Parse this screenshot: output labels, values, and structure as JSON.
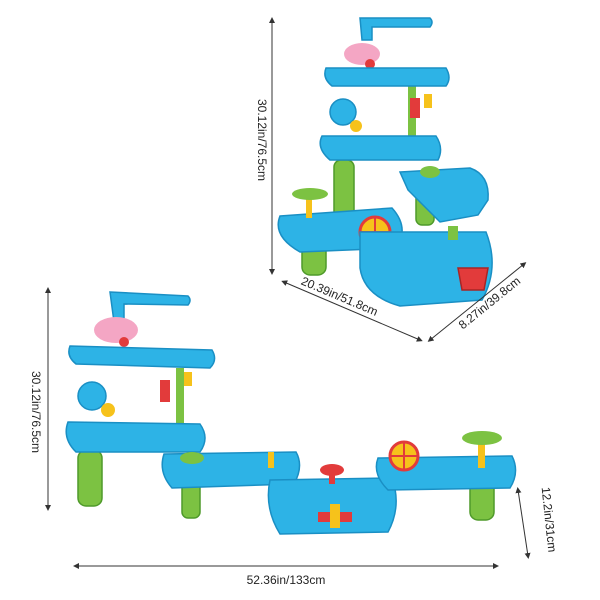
{
  "image": {
    "subject": "stacked water and sand play table toy with measurement annotations",
    "colors": {
      "table_blue": "#2db3e6",
      "table_blue_dark": "#1a8fc4",
      "leg_green": "#7cc242",
      "leg_green_dark": "#4f9a2a",
      "accent_yellow": "#f6c21b",
      "accent_red": "#e23b3b",
      "accent_pink": "#f4a6c4",
      "line": "#333333"
    }
  },
  "top_view": {
    "height_label": "30.12in/76.5cm",
    "width_label": "20.39in/51.8cm",
    "depth_label": "8.27in/39.8cm"
  },
  "bottom_view": {
    "height_label": "30.12in/76.5cm",
    "length_label": "52.36in/133cm",
    "table_height_label": "12.2in/31cm"
  }
}
